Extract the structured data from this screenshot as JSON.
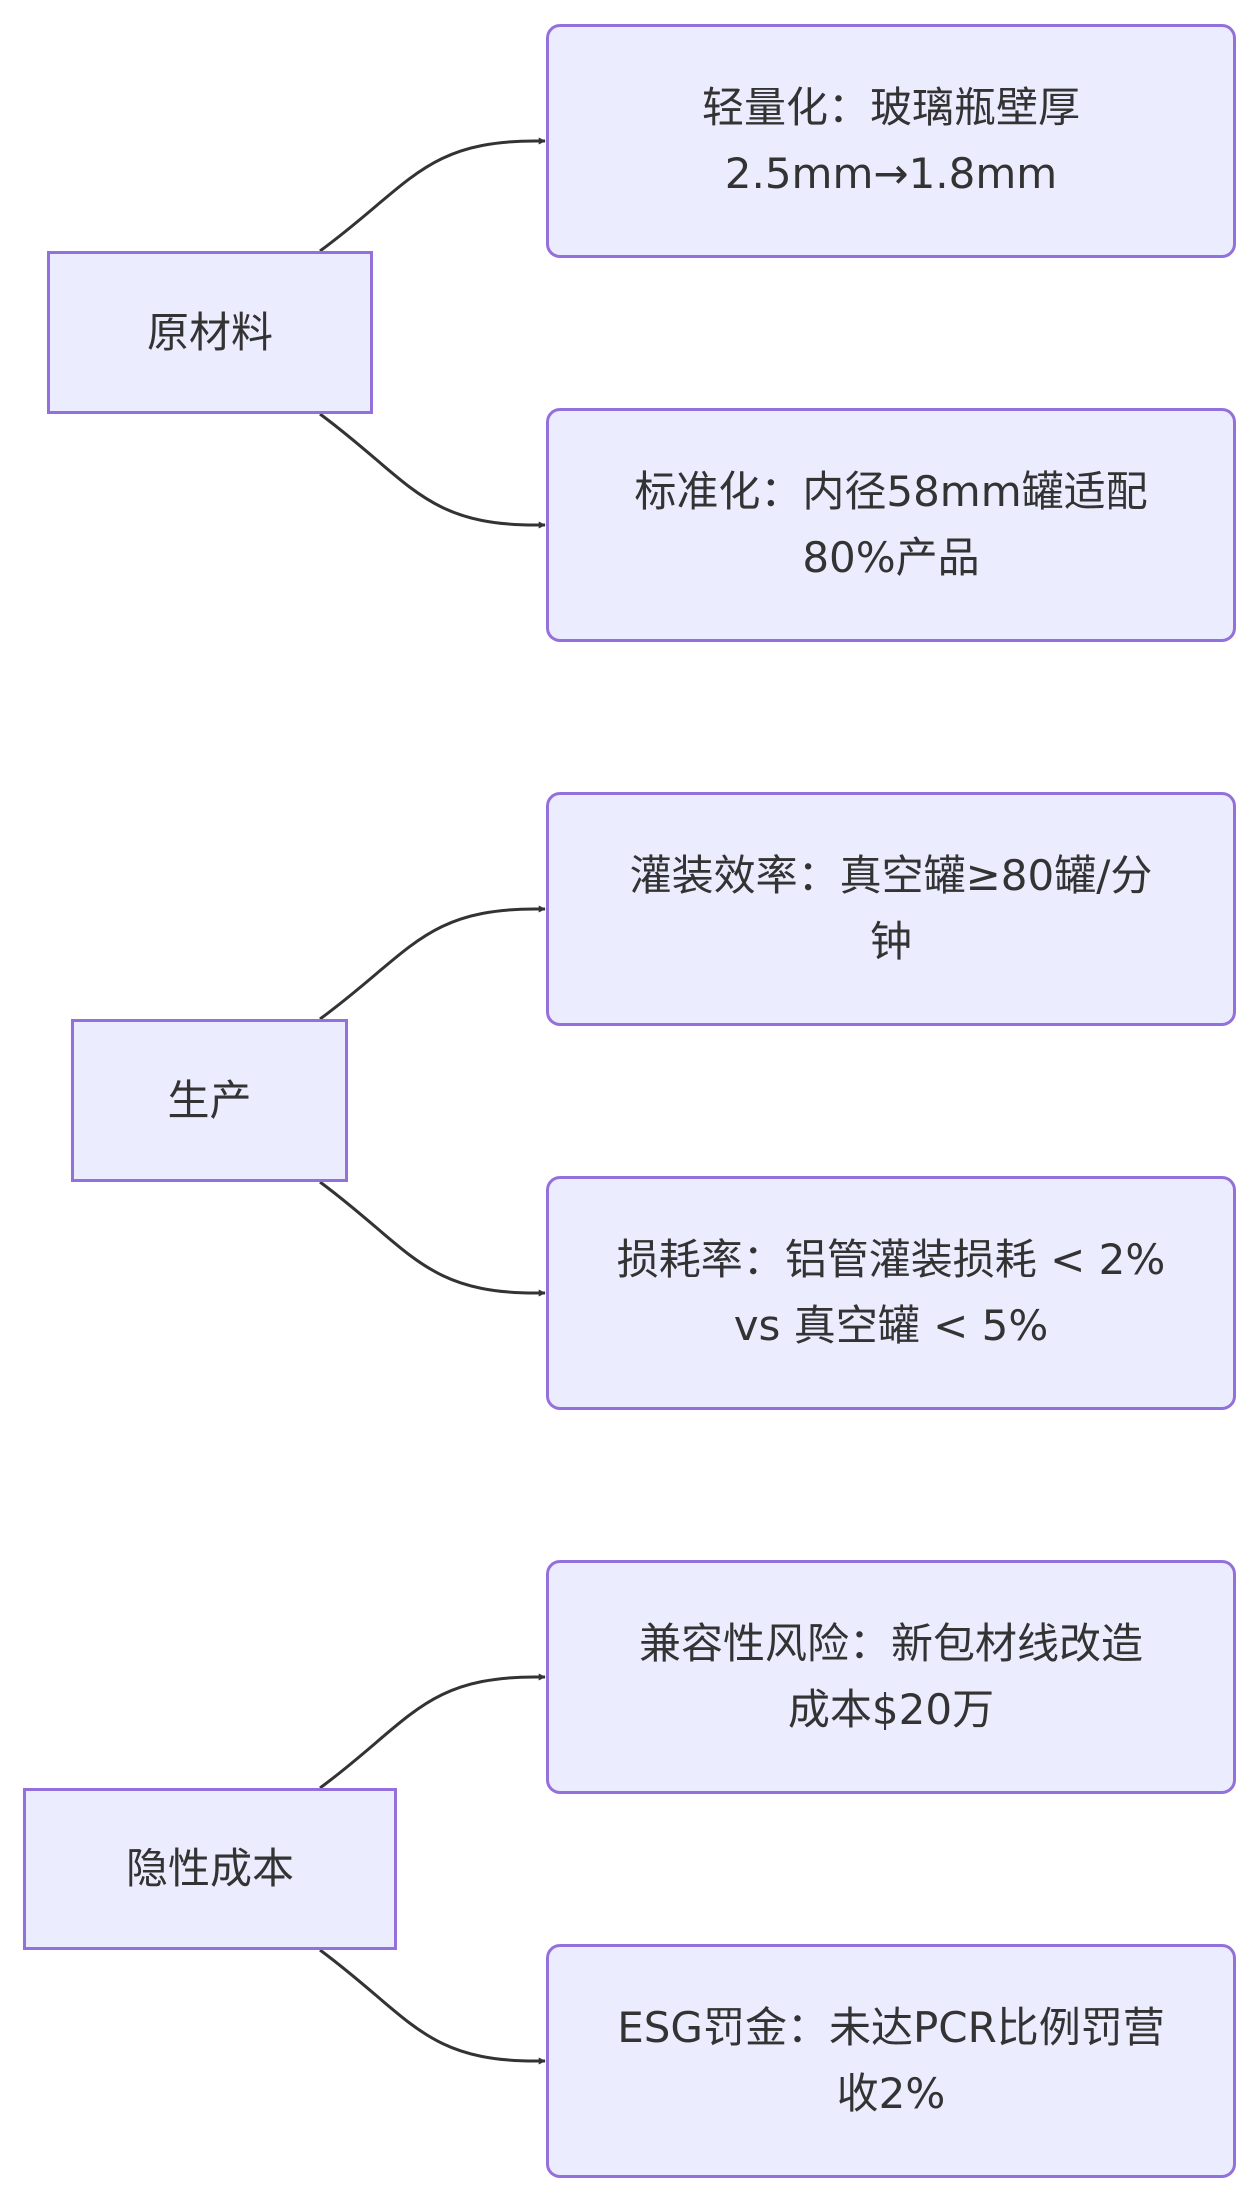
{
  "diagram": {
    "type": "flowchart",
    "direction": "left-to-right",
    "colors": {
      "node_fill": "#ECECFF",
      "node_stroke": "#9370DB",
      "text": "#333333",
      "edge": "#333333",
      "background": "#FFFFFF"
    },
    "groups": [
      {
        "id": "raw",
        "label": "原材料",
        "children": [
          {
            "id": "raw-1",
            "lines": [
              "轻量化：玻璃瓶壁厚",
              "2.5mm→1.8mm"
            ]
          },
          {
            "id": "raw-2",
            "lines": [
              "标准化：内径58mm罐适配",
              "80%产品"
            ]
          }
        ]
      },
      {
        "id": "prod",
        "label": "生产",
        "children": [
          {
            "id": "prod-1",
            "lines": [
              "灌装效率：真空罐≥80罐/分",
              "钟"
            ]
          },
          {
            "id": "prod-2",
            "lines": [
              "损耗率：铝管灌装损耗 < 2%",
              "vs 真空罐 < 5%"
            ]
          }
        ]
      },
      {
        "id": "hidden",
        "label": "隐性成本",
        "children": [
          {
            "id": "hidden-1",
            "lines": [
              "兼容性风险：新包材线改造",
              "成本$20万"
            ]
          },
          {
            "id": "hidden-2",
            "lines": [
              "ESG罚金：未达PCR比例罚营",
              "收2%"
            ]
          }
        ]
      }
    ],
    "edges": [
      {
        "from": "原材料",
        "to": "轻量化：玻璃瓶壁厚 2.5mm→1.8mm"
      },
      {
        "from": "原材料",
        "to": "标准化：内径58mm罐适配 80%产品"
      },
      {
        "from": "生产",
        "to": "灌装效率：真空罐≥80罐/分钟"
      },
      {
        "from": "生产",
        "to": "损耗率：铝管灌装损耗 < 2% vs 真空罐 < 5%"
      },
      {
        "from": "隐性成本",
        "to": "兼容性风险：新包材线改造成本$20万"
      },
      {
        "from": "隐性成本",
        "to": "ESG罚金：未达PCR比例罚营收2%"
      }
    ]
  }
}
